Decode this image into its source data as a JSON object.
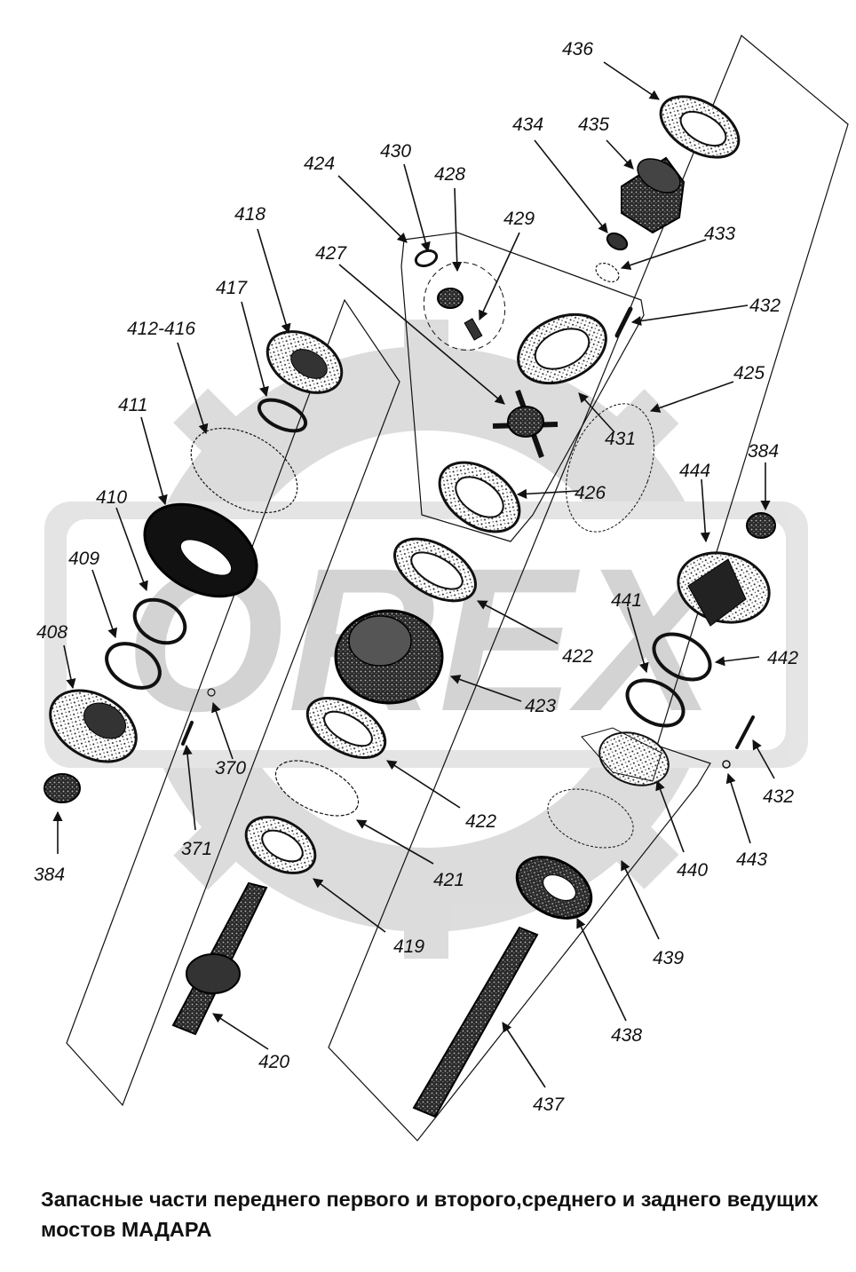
{
  "watermark": {
    "text": "OREX",
    "icon": "gear-watermark-icon"
  },
  "callouts": [
    {
      "id": "c436",
      "text": "436"
    },
    {
      "id": "c434",
      "text": "434"
    },
    {
      "id": "c435",
      "text": "435"
    },
    {
      "id": "c430",
      "text": "430"
    },
    {
      "id": "c428",
      "text": "428"
    },
    {
      "id": "c424",
      "text": "424"
    },
    {
      "id": "c429",
      "text": "429"
    },
    {
      "id": "c433",
      "text": "433"
    },
    {
      "id": "c418",
      "text": "418"
    },
    {
      "id": "c427",
      "text": "427"
    },
    {
      "id": "c417",
      "text": "417"
    },
    {
      "id": "c432a",
      "text": "432"
    },
    {
      "id": "c412",
      "text": "412-416"
    },
    {
      "id": "c425",
      "text": "425"
    },
    {
      "id": "c411",
      "text": "411"
    },
    {
      "id": "c431",
      "text": "431"
    },
    {
      "id": "c384a",
      "text": "384"
    },
    {
      "id": "c444",
      "text": "444"
    },
    {
      "id": "c410",
      "text": "410"
    },
    {
      "id": "c426",
      "text": "426"
    },
    {
      "id": "c409",
      "text": "409"
    },
    {
      "id": "c441",
      "text": "441"
    },
    {
      "id": "c408",
      "text": "408"
    },
    {
      "id": "c422a",
      "text": "422"
    },
    {
      "id": "c442",
      "text": "442"
    },
    {
      "id": "c423",
      "text": "423"
    },
    {
      "id": "c370",
      "text": "370"
    },
    {
      "id": "c432b",
      "text": "432"
    },
    {
      "id": "c422b",
      "text": "422"
    },
    {
      "id": "c371",
      "text": "371"
    },
    {
      "id": "c440",
      "text": "440"
    },
    {
      "id": "c443",
      "text": "443"
    },
    {
      "id": "c384b",
      "text": "384"
    },
    {
      "id": "c421",
      "text": "421"
    },
    {
      "id": "c419",
      "text": "419"
    },
    {
      "id": "c439",
      "text": "439"
    },
    {
      "id": "c438",
      "text": "438"
    },
    {
      "id": "c420",
      "text": "420"
    },
    {
      "id": "c437",
      "text": "437"
    }
  ],
  "caption": "Запасные части переднего первого и второго,среднего и заднего ведущих мостов МАДАРА"
}
